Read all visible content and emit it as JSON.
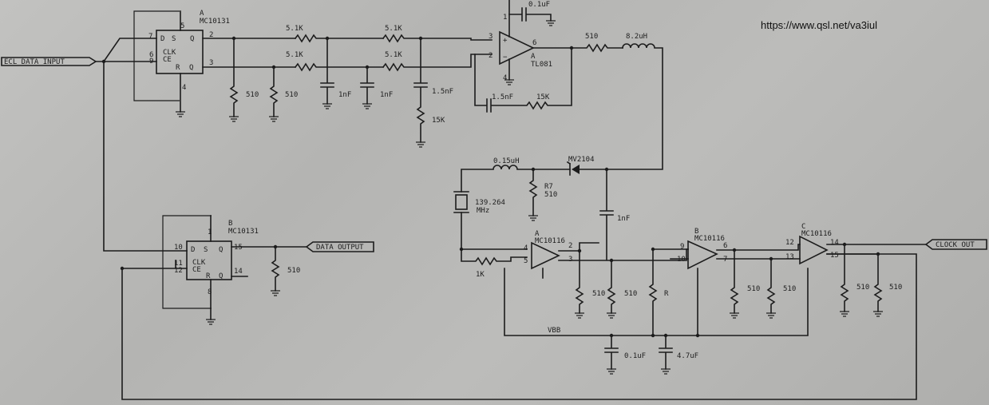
{
  "source_url": "https://www.qsl.net/va3iul",
  "ports": {
    "ecl_in": "ECL DATA INPUT",
    "data_out": "DATA OUTPUT",
    "clock_out": "CLOCK OUT"
  },
  "ics": {
    "ff_a": {
      "unit": "A",
      "part": "MC10131"
    },
    "ff_b": {
      "unit": "B",
      "part": "MC10131"
    },
    "opamp": {
      "unit": "A",
      "part": "TL081"
    },
    "lr_a": {
      "unit": "A",
      "part": "MC10116"
    },
    "lr_b": {
      "unit": "B",
      "part": "MC10116"
    },
    "lr_c": {
      "unit": "C",
      "part": "MC10116"
    }
  },
  "pins": {
    "ff_a": {
      "d": "7",
      "clk": "6",
      "ce": "9",
      "q": "2",
      "qb": "3",
      "vcc": "5",
      "vee": "4"
    },
    "ff_b": {
      "d": "10",
      "clk": "11",
      "ce": "12",
      "q": "15",
      "qb": "14",
      "vcc": "1",
      "vee": "8"
    },
    "opamp": {
      "inp": "3",
      "inn": "2",
      "out": "6",
      "top": "1",
      "bot": "4"
    },
    "lr_a": {
      "in1": "4",
      "in2": "5",
      "out": "2",
      "outb": "3"
    },
    "lr_b": {
      "in1": "9",
      "in2": "10",
      "out": "6",
      "outb": "7"
    },
    "lr_c": {
      "in1": "12",
      "in2": "13",
      "out": "14",
      "outb": "15"
    }
  },
  "ff_labels": {
    "d": "D",
    "s": "S",
    "q": "Q",
    "clk": "CLK",
    "ce": "CE",
    "r": "R",
    "qb": "Q"
  },
  "values": {
    "r1": "5.1K",
    "r2": "5.1K",
    "r3": "5.1K",
    "r4": "5.1K",
    "ra1": "510",
    "ra2": "510",
    "c1": "1nF",
    "c2": "1nF",
    "c3": "1.5nF",
    "r15k": "15K",
    "cfb": "1.5nF",
    "rfb": "15K",
    "ctop": "0.1uF",
    "rout": "510",
    "lout": "8.2uH",
    "l015": "0.15uH",
    "r7_ref": "R7",
    "r7": "510",
    "varactor": "MV2104",
    "crystal": "139.264",
    "crystal_unit": "MHz",
    "c1nf": "1nF",
    "rdo": "510",
    "r1k": "1K",
    "rla1": "510",
    "rla2": "510",
    "rr": "R",
    "rlb1": "510",
    "rlb2": "510",
    "rlc1": "510",
    "rlc2": "510",
    "vbb": "VBB",
    "cb1": "0.1uF",
    "cb2": "4.7uF"
  }
}
